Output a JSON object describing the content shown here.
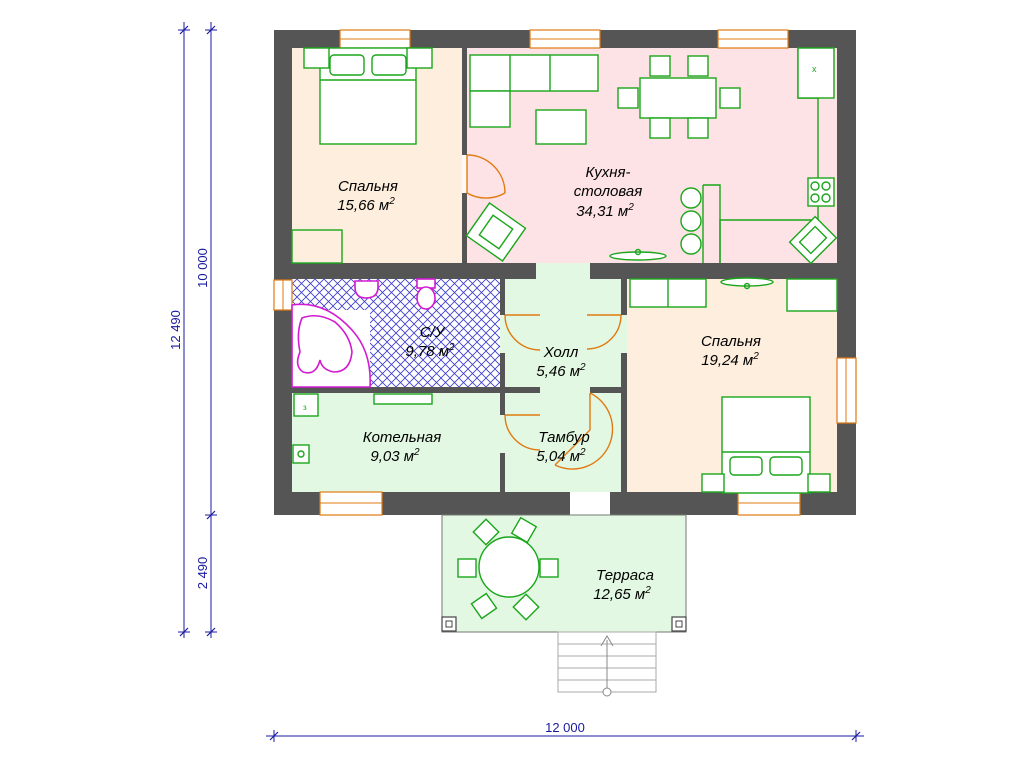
{
  "colors": {
    "wall": "#555555",
    "bedroom_fill": "#fdeedd",
    "kitchen_fill": "#fde3e5",
    "green_fill": "#e2f8e2",
    "terrace_fill": "#e2f8e2",
    "bath_pattern": "#3a3ad0",
    "furniture": "#1aa61a",
    "door": "#e07a10",
    "bath_fixture": "#d21ad2",
    "dimension": "#1a1aa0"
  },
  "rooms": {
    "bedroom1": {
      "name": "Спальня",
      "area": "15,66 м",
      "sup": "2"
    },
    "kitchen": {
      "name_line1": "Кухня-",
      "name_line2": "столовая",
      "area": "34,31 м",
      "sup": "2"
    },
    "bathroom": {
      "name": "С/У",
      "area": "9,78 м",
      "sup": "2"
    },
    "hall": {
      "name": "Холл",
      "area": "5,46 м",
      "sup": "2"
    },
    "bedroom2": {
      "name": "Спальня",
      "area": "19,24 м",
      "sup": "2"
    },
    "boiler": {
      "name": "Котельная",
      "area": "9,03 м",
      "sup": "2"
    },
    "vestibule": {
      "name": "Тамбур",
      "area": "5,04 м",
      "sup": "2"
    },
    "terrace": {
      "name": "Терраса",
      "area": "12,65 м",
      "sup": "2"
    }
  },
  "dimensions": {
    "total_height": "12 490",
    "house_depth": "10 000",
    "terrace_depth": "2 490",
    "width": "12 000"
  },
  "boiler_marker": "з"
}
